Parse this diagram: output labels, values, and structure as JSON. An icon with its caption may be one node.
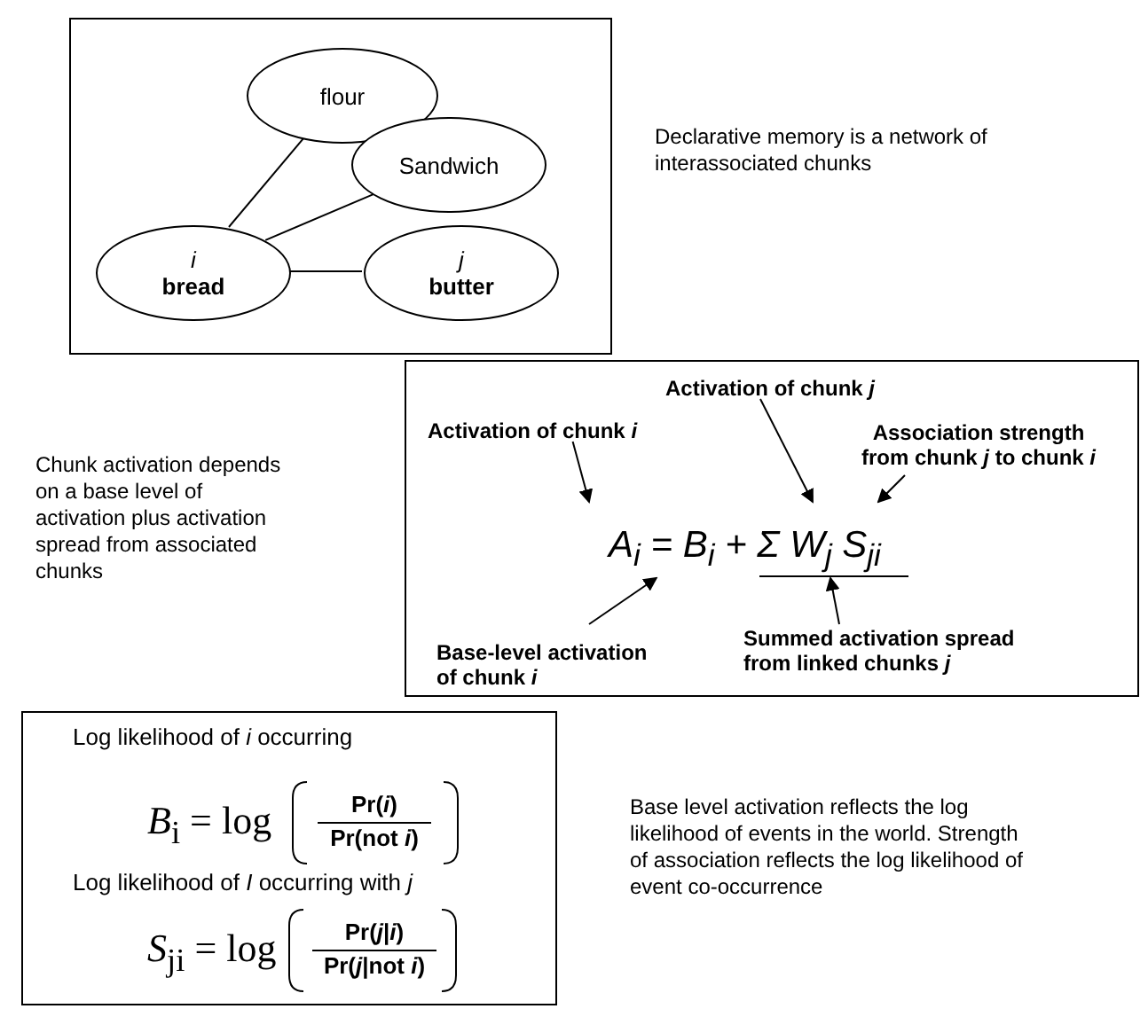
{
  "diagram": {
    "nodes": [
      {
        "text": [],
        "shape": "box"
      },
      {
        "text": [
          "flour"
        ],
        "in": 0
      },
      {
        "text": [
          "Sandwich"
        ],
        "in": 0
      },
      {
        "text": [
          "i",
          "bread"
        ],
        "in": 0
      },
      {
        "text": [
          "j",
          "butter"
        ],
        "in": 0
      },
      {
        "text": [],
        "shape": "box"
      },
      {
        "text": [
          "Activation of chunk *j*"
        ],
        "in": 5
      },
      {
        "text": [
          "Activation of chunk *i*"
        ],
        "in": 5
      },
      {
        "text": [
          "Association strength from chunk *j* to chunk *i*"
        ],
        "in": 5
      },
      {
        "text": [
          "A$_{i}$ = B$_{i}$ + Σ W$_{j}$ S$_{ji}$"
        ],
        "in": 5
      },
      {
        "text": [
          "Base-level activation of chunk *i*"
        ],
        "in": 5
      },
      {
        "text": [
          "Summed activation spread from linked chunks *j*"
        ],
        "in": 5
      },
      {
        "text": [
          "Log likelihood of *i* occurring",
          "*B*$_{i}$ = log",
          "Pr(*i*)",
          "Pr(not *i*)",
          "Log likelihood of *I* occurring with *j*",
          "*S*$_{ji}$ = log",
          "Pr(*j*|*i*)",
          "Pr(*j*|not *i*)"
        ]
      }
    ],
    "edges": [
      {
        "from": 1,
        "to": 3,
        "arrow": "none"
      },
      {
        "from": 2,
        "to": 3,
        "arrow": "none"
      },
      {
        "from": 3,
        "to": 4,
        "arrow": "none"
      },
      {
        "from": 6,
        "to": 9,
        "arrow": "to"
      },
      {
        "from": 7,
        "to": 9,
        "arrow": "to"
      },
      {
        "from": 8,
        "to": 9,
        "arrow": "to"
      },
      {
        "from": 10,
        "to": 9,
        "arrow": "to"
      },
      {
        "from": 11,
        "to": 9,
        "arrow": "to"
      }
    ],
    "labels": [
      "Declarative memory is a network of interassociated chunks",
      "Chunk activation depends on a base level of activation plus activation spread from associated chunks",
      "Base level activation reflects the log likelihood of events in the world. Strength of association reflects the log likelihood of event co-occurrence"
    ]
  }
}
